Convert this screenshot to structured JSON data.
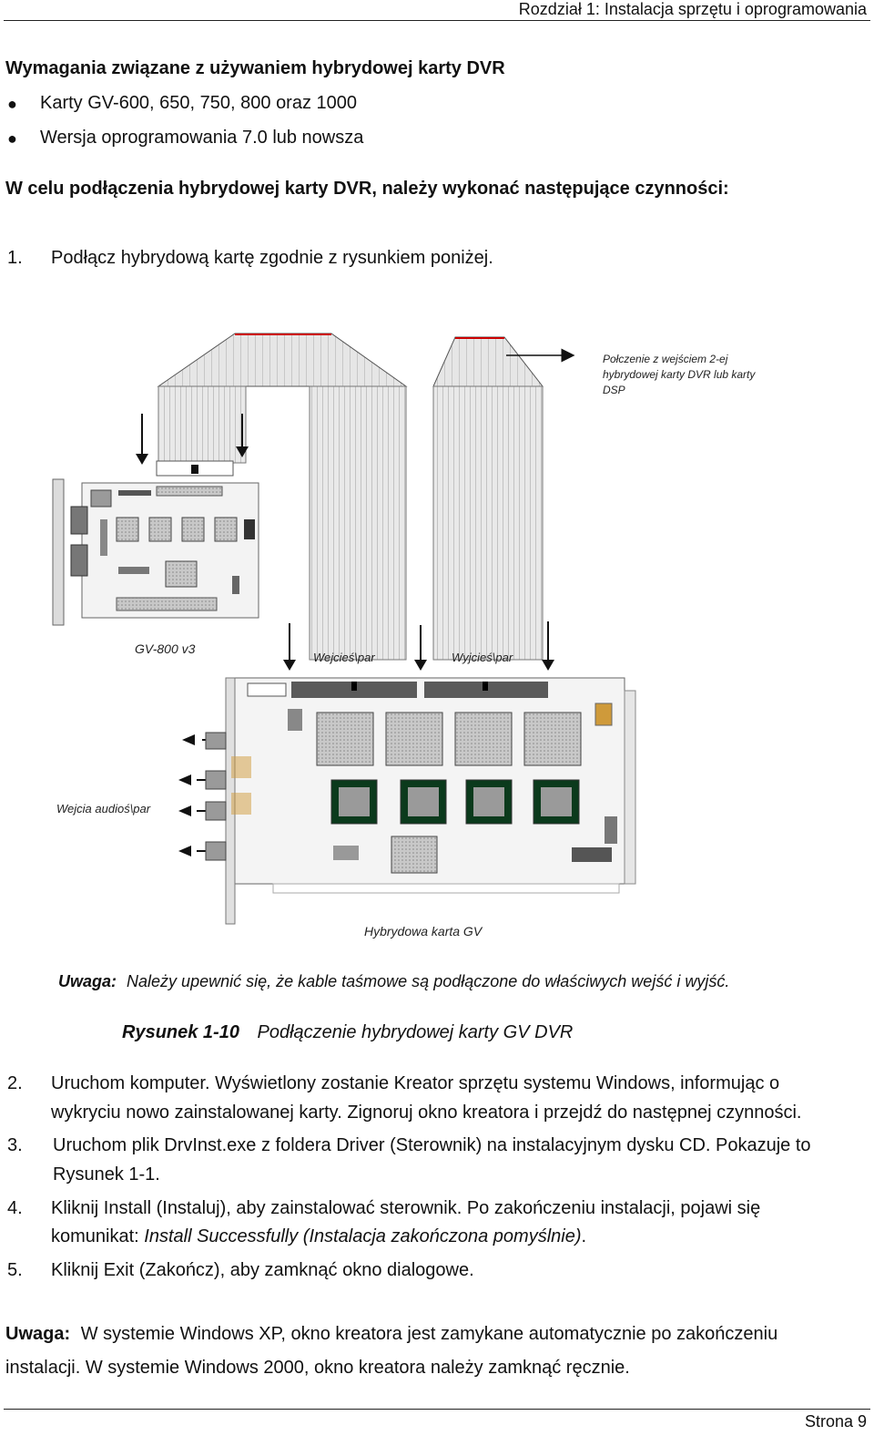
{
  "header": {
    "chapter": "Rozdział 1:  Instalacja sprzętu i oprogramowania"
  },
  "section": {
    "title": "Wymagania związane z używaniem hybrydowej karty DVR",
    "requirements": [
      "Karty GV-600, 650, 750, 800 oraz 1000",
      "Wersja oprogramowania 7.0 lub nowsza"
    ],
    "lead": "W celu podłączenia hybrydowej karty DVR, należy wykonać następujące czynności:",
    "step1_num": "1.",
    "step1": "Podłącz hybrydową kartę zgodnie z rysunkiem poniżej."
  },
  "figure": {
    "label_connection": [
      "Połczenie z wejściem 2-ej",
      "hybrydowej karty DVR lub karty",
      "DSP"
    ],
    "label_gv800": "GV-800 v3",
    "label_input": "Wejcieś\\par",
    "label_output": "Wyjcieś\\par",
    "label_audio": "Wejcia audioś\\par",
    "label_hybrid": "Hybrydowa karta GV"
  },
  "note1": {
    "label": "Uwaga:",
    "text": "Należy upewnić się, że kable taśmowe są podłączone do właściwych wejść i wyjść."
  },
  "caption": {
    "number": "Rysunek 1-10",
    "text": "Podłączenie hybrydowej karty GV DVR"
  },
  "steps": [
    {
      "num": "2.",
      "lines": [
        "Uruchom komputer. Wyświetlony zostanie Kreator sprzętu systemu Windows, informując o",
        "wykryciu nowo zainstalowanej karty. Zignoruj okno kreatora i przejdź do następnej czynności."
      ]
    },
    {
      "num": "3.",
      "lines": [
        "Uruchom plik DrvInst.exe z foldera Driver (Sterownik) na instalacyjnym dysku CD. Pokazuje to",
        "Rysunek 1-1."
      ]
    },
    {
      "num": "4.",
      "lines": [
        "Kliknij Install (Instaluj), aby zainstalować sterownik. Po zakończeniu instalacji, pojawi się"
      ],
      "line2_prefix": "komunikat: ",
      "line2_italic": "Install Successfully (Instalacja zakończona pomyślnie)",
      "line2_suffix": "."
    },
    {
      "num": "5.",
      "lines": [
        "Kliknij Exit (Zakończ), aby zamknąć okno dialogowe."
      ]
    }
  ],
  "note2": {
    "label": "Uwaga:",
    "line1": "W systemie Windows XP, okno kreatora jest zamykane automatycznie po zakończeniu",
    "line2": "instalacji.  W systemie Windows 2000, okno kreatora należy zamknąć ręcznie."
  },
  "footer": {
    "page": "Strona 9"
  }
}
